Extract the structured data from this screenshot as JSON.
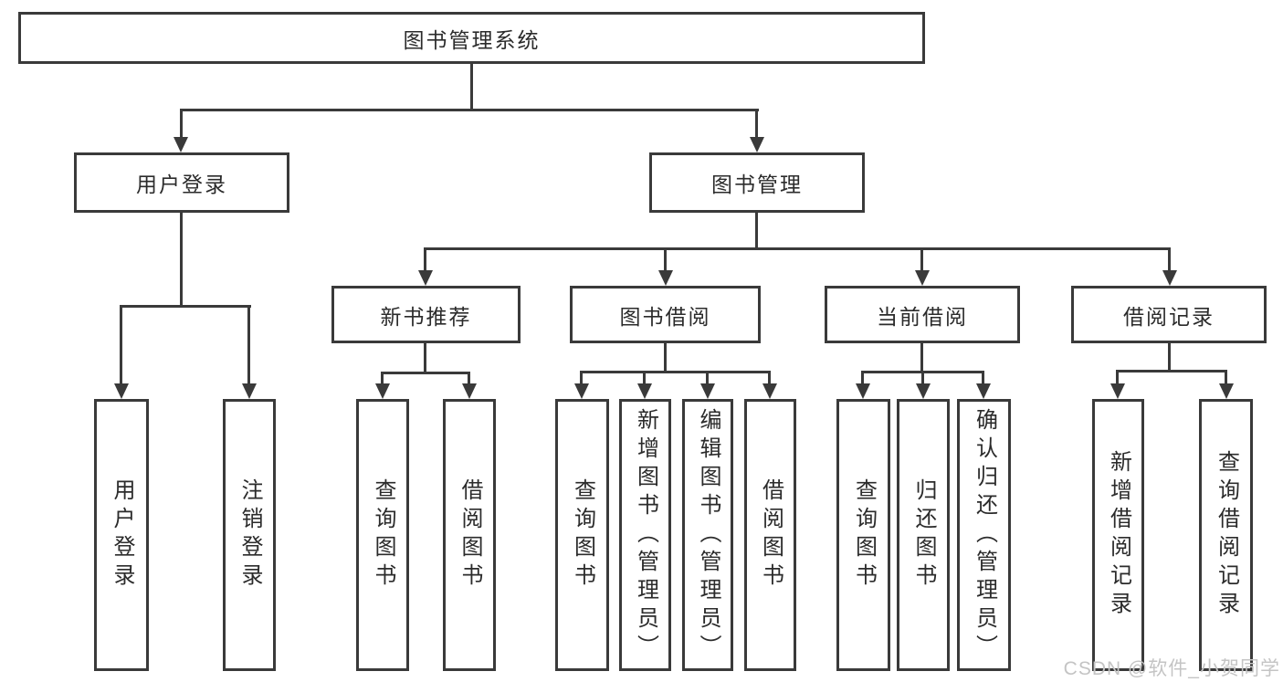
{
  "page": {
    "watermark": "CSDN @软件_小贺同学",
    "colors": {
      "line": "#3a3a3a",
      "box_border": "#3a3a3a",
      "text": "#2b2b2b",
      "watermark": "#c4c4c4",
      "background": "#ffffff"
    }
  },
  "tree": {
    "root": {
      "label": "图书管理系统",
      "children": [
        {
          "label": "用户登录",
          "children": [
            {
              "label": "用户登录"
            },
            {
              "label": "注销登录"
            }
          ]
        },
        {
          "label": "图书管理",
          "children": [
            {
              "label": "新书推荐",
              "children": [
                {
                  "label": "查询图书"
                },
                {
                  "label": "借阅图书"
                }
              ]
            },
            {
              "label": "图书借阅",
              "children": [
                {
                  "label": "查询图书"
                },
                {
                  "label": "新增图书（管理员）"
                },
                {
                  "label": "编辑图书（管理员）"
                },
                {
                  "label": "借阅图书"
                }
              ]
            },
            {
              "label": "当前借阅",
              "children": [
                {
                  "label": "查询图书"
                },
                {
                  "label": "归还图书"
                },
                {
                  "label": "确认归还（管理员）"
                }
              ]
            },
            {
              "label": "借阅记录",
              "children": [
                {
                  "label": "新增借阅记录"
                },
                {
                  "label": "查询借阅记录"
                }
              ]
            }
          ]
        }
      ]
    }
  }
}
